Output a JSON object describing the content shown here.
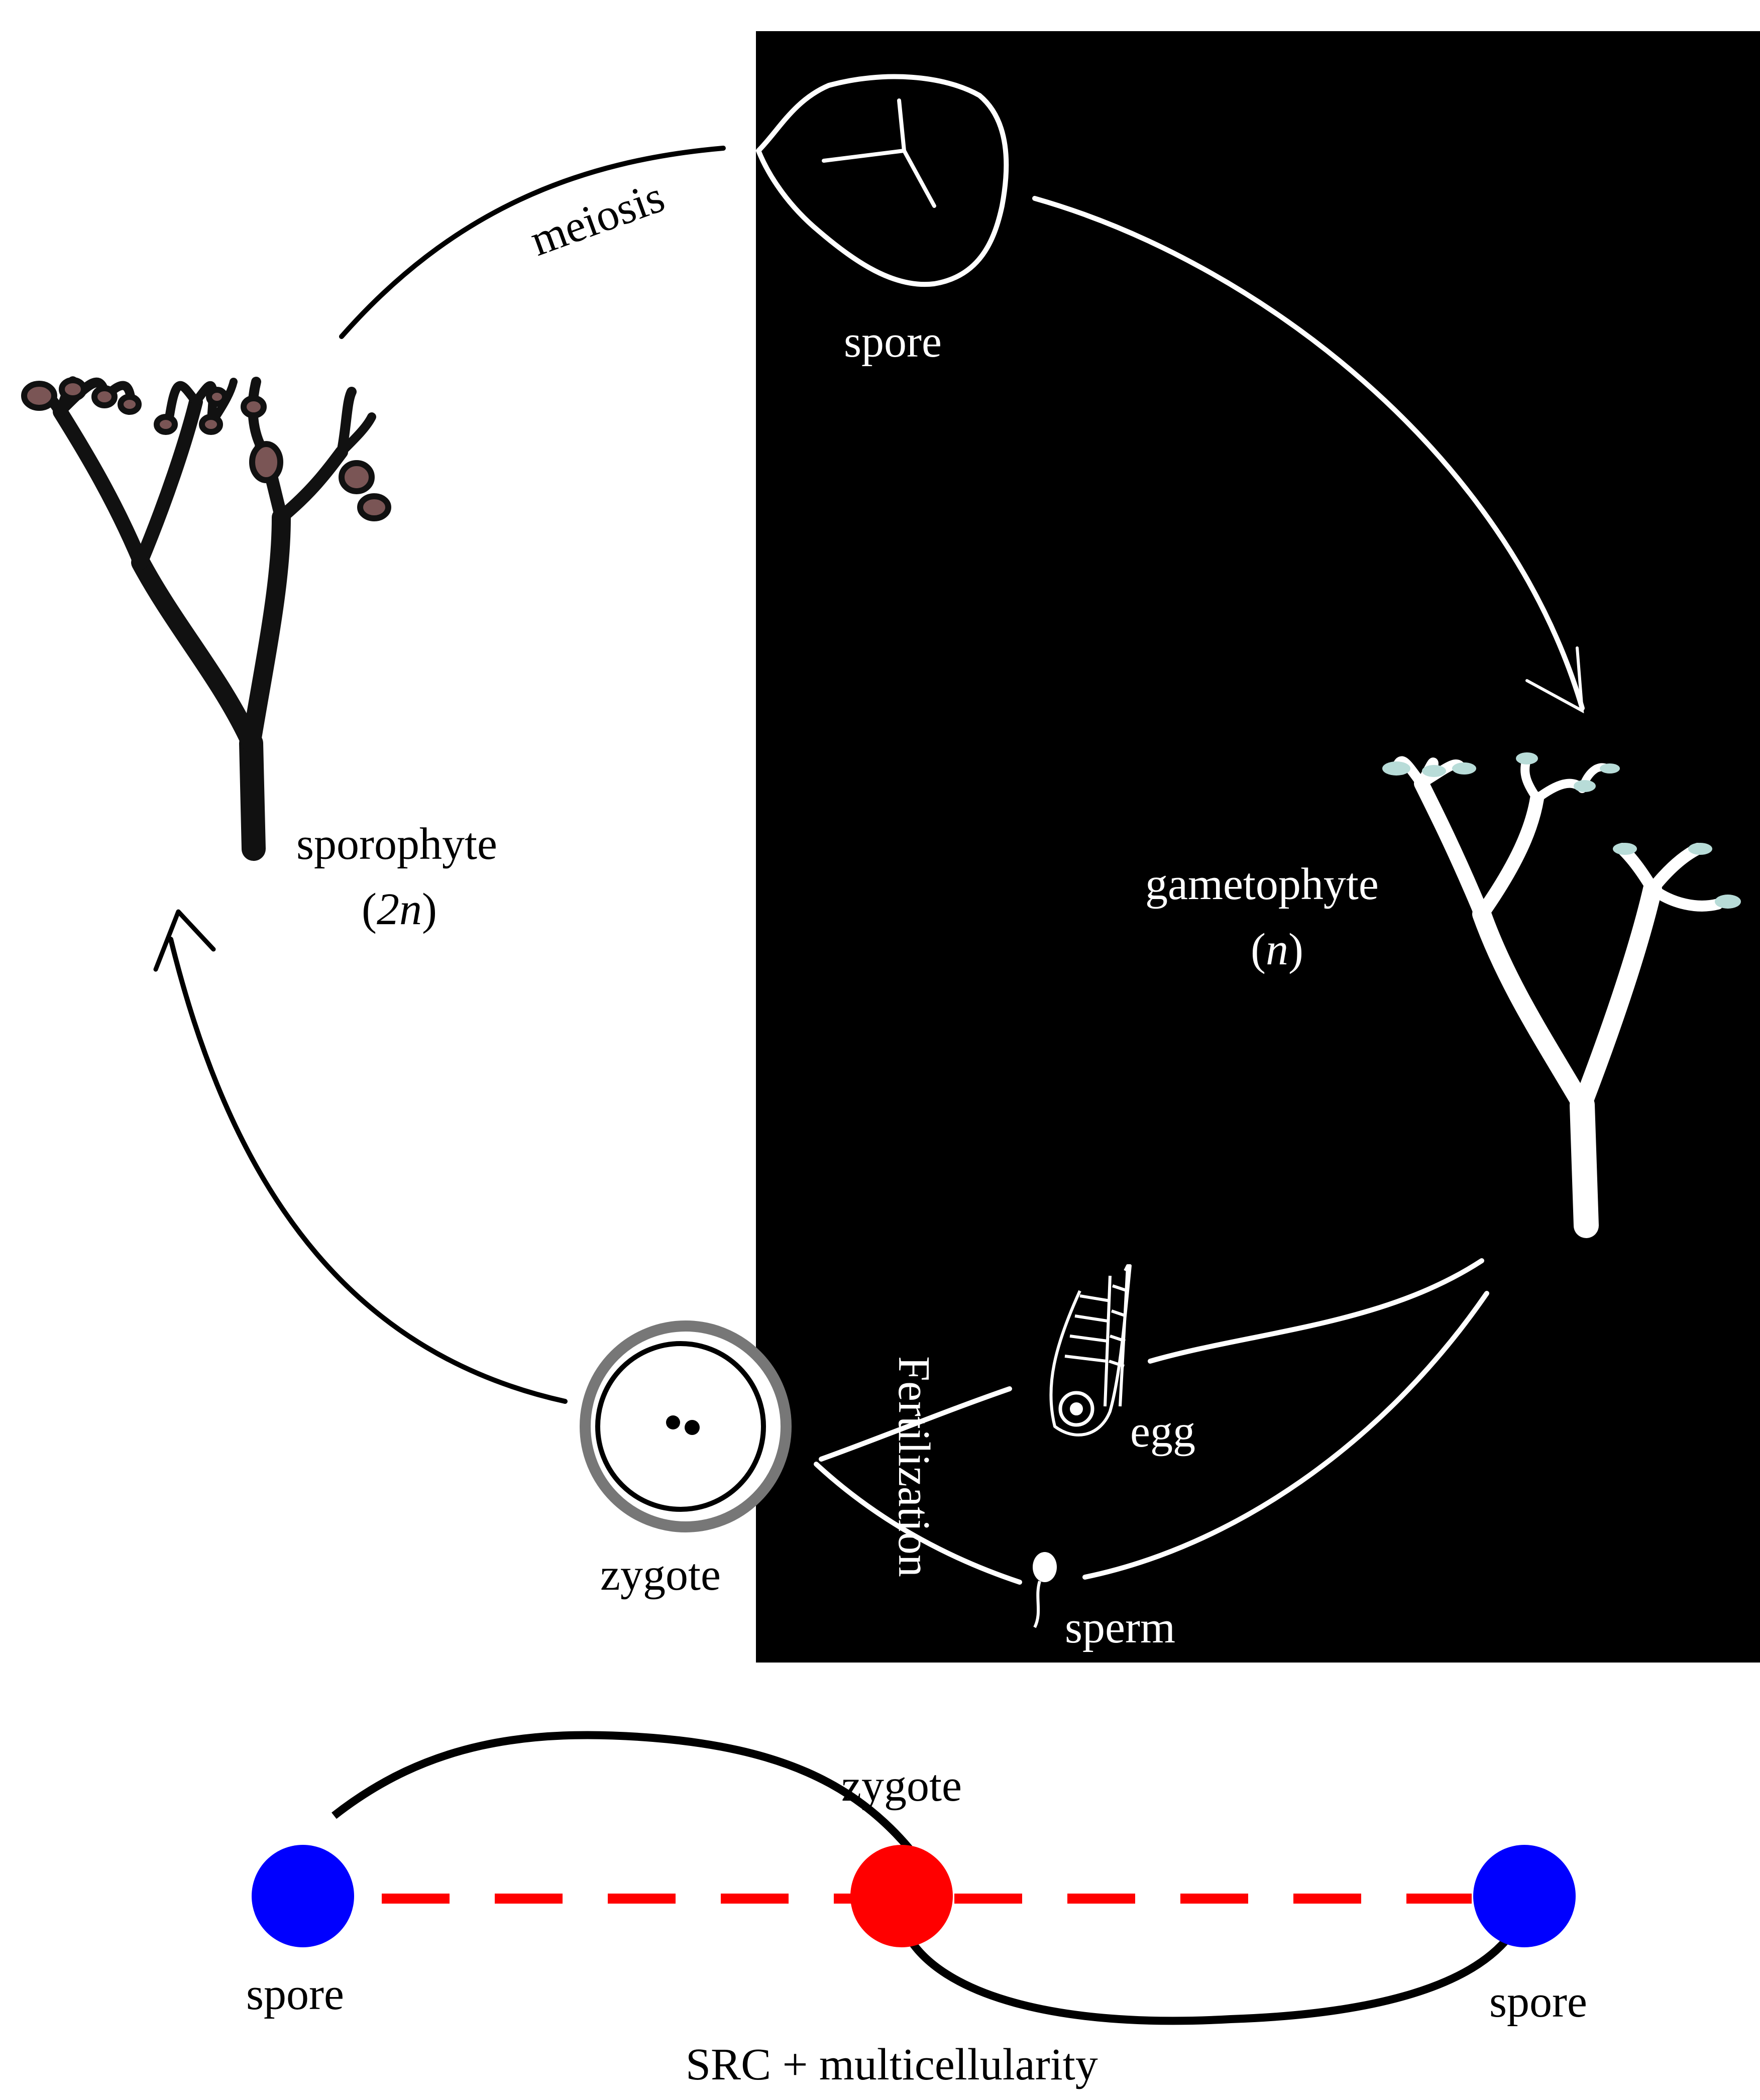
{
  "labels": {
    "meiosis": "meiosis",
    "spore_top": "spore",
    "sporophyte": "sporophyte",
    "sporophyte_ploidy": "2n",
    "gametophyte": "gametophyte",
    "gametophyte_ploidy": "n",
    "zygote": "zygote",
    "fertilization": "Fertilization",
    "egg": "egg",
    "sperm": "sperm",
    "bottom_zygote": "zygote",
    "bottom_spore_left": "spore",
    "bottom_spore_right": "spore",
    "caption": "SRC + multicellularity"
  },
  "colors": {
    "dark_panel": "#000000",
    "sporangium": "#7a5555",
    "gametangium": "#b8dcd8",
    "spore_node": "#0000ff",
    "zygote_node": "#ff0000",
    "dashed_link": "#ff0000",
    "zygote_wall": "#777777"
  }
}
